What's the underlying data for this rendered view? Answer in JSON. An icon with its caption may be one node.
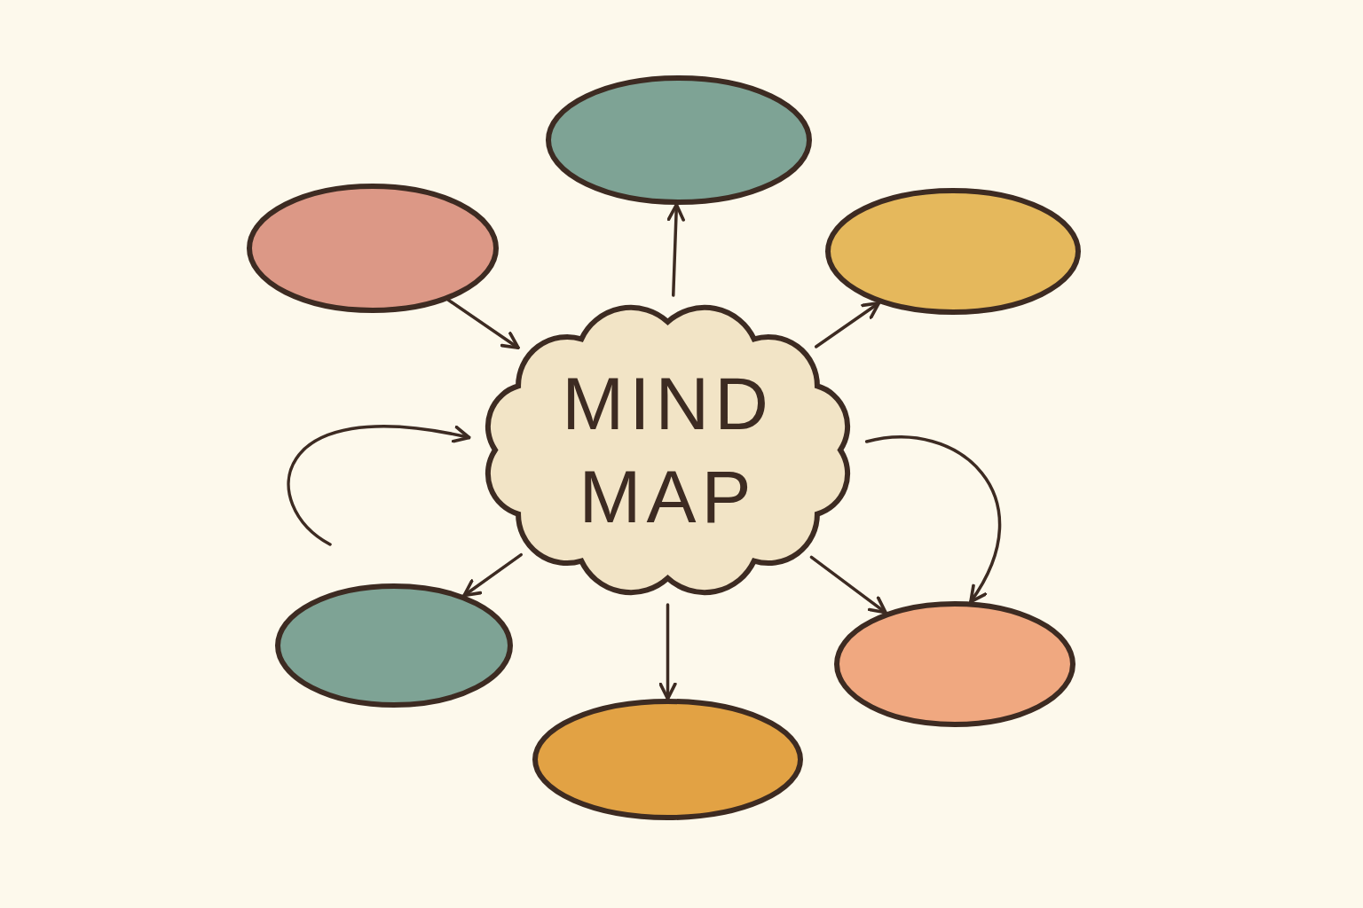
{
  "diagram": {
    "nodes": [
      {
        "text": [
          "MIND MAP"
        ]
      },
      {
        "text": [],
        "shape": "ellipse"
      },
      {
        "text": [],
        "shape": "ellipse"
      },
      {
        "text": [],
        "shape": "ellipse"
      },
      {
        "text": [],
        "shape": "ellipse"
      },
      {
        "text": [],
        "shape": "ellipse"
      },
      {
        "text": [],
        "shape": "ellipse"
      }
    ],
    "edges": [
      {
        "from": 0,
        "to": 1,
        "arrow": "to"
      },
      {
        "from": 2,
        "to": 0,
        "arrow": "to"
      },
      {
        "from": 0,
        "to": 3,
        "arrow": "to"
      },
      {
        "from": null,
        "to": 0,
        "arrow": "to"
      },
      {
        "from": 0,
        "to": 5,
        "arrow": "to"
      },
      {
        "from": 0,
        "to": 4,
        "arrow": "to"
      },
      {
        "from": 0,
        "to": 6,
        "arrow": "to"
      },
      {
        "from": 0,
        "to": 5,
        "arrow": "to"
      }
    ]
  }
}
